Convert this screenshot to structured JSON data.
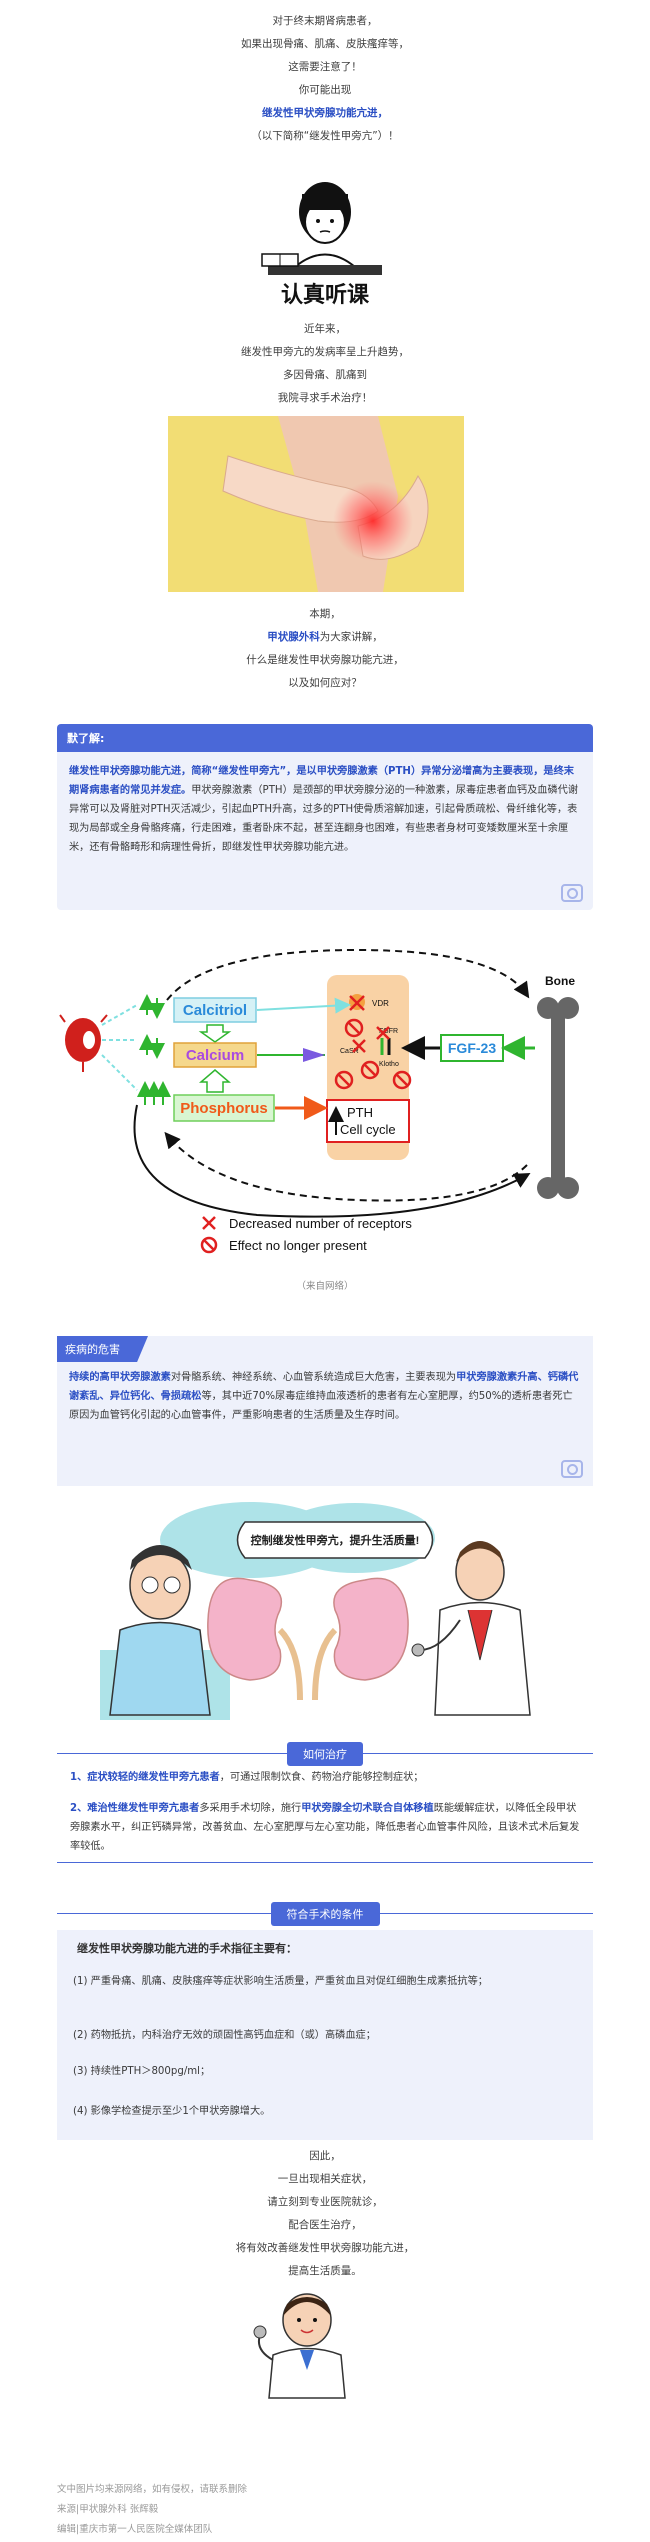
{
  "intro": {
    "lines": [
      "对于终末期肾病患者，",
      "如果出现骨痛、肌痛、皮肤瘙痒等，",
      "这需要注意了！",
      "你可能出现"
    ],
    "highlight": "继发性甲状旁腺功能亢进，",
    "note": "（以下简称“继发性甲旁亢”）！"
  },
  "sticker_caption": "认真听课",
  "trend": {
    "lines": [
      "近年来，",
      "继发性甲旁亢的发病率呈上升趋势，",
      "多因骨痛、肌痛到",
      "我院寻求手术治疗！"
    ]
  },
  "issue": {
    "line1": "本期，",
    "dept": "甲状腺外科",
    "line2_rest": "为大家讲解，",
    "line3": "什么是继发性甲状旁腺功能亢进，",
    "line4": "以及如何应对？"
  },
  "understand": {
    "header": "默了解:",
    "highlight": "继发性甲状旁腺功能亢进，简称“继发性甲旁亢”，是以甲状旁腺激素（PTH）异常分泌增高为主要表现，是终末期肾病患者的常见并发症。",
    "body": "甲状旁腺激素（PTH）是颈部的甲状旁腺分泌的一种激素，尿毒症患者血钙及血磷代谢异常可以及肾脏对PTH灭活减少，引起血PTH升高，过多的PTH使骨质溶解加速，引起骨质疏松、骨纤维化等，表现为局部或全身骨骼疼痛，行走困难，重者卧床不起，甚至连翻身也困难，有些患者身材可变矮数厘米至十余厘米，还有骨骼畸形和病理性骨折，即继发性甲状旁腺功能亢进。"
  },
  "diagram": {
    "bone_label": "Bone",
    "calcitriol": "Calcitriol",
    "calcium": "Calcium",
    "phosphorus": "Phosphorus",
    "vdr": "VDR",
    "fgfr": "FGFR",
    "klotho": "Klotho",
    "casr": "CaSR",
    "pth": "PTH",
    "cell_cycle": "Cell cycle",
    "fgf23": "FGF-23",
    "legend_receptors": "Decreased number of receptors",
    "legend_effect": "Effect no longer present",
    "source": "（来自网络）"
  },
  "harm": {
    "header": "疾病的危害",
    "hl1": "持续的高甲状旁腺激素",
    "t1": "对骨骼系统、神经系统、心血管系统造成巨大危害，主要表现为",
    "hl2": "甲状旁腺激素升高、钙磷代谢紊乱、异位钙化、骨损疏松",
    "t2": "等，其中近70%尿毒症维持血液透析的患者有左心室肥厚，约50%的透析患者死亡原因为血管钙化引起的心血管事件，严重影响患者的生活质量及生存时间。"
  },
  "cartoon": {
    "bubble": "控制继发性甲旁亢，提升生活质量!"
  },
  "treatment": {
    "header": "如何治疗",
    "item1_num": "1、",
    "item1_hl": "症状较轻的继发性甲旁亢患者",
    "item1_text": "，可通过限制饮食、药物治疗能够控制症状；",
    "item2_num": "2、",
    "item2_hl": "难治性继发性甲旁亢患者",
    "item2_mid": "多采用手术切除，施行",
    "item2_hl2": "甲状旁腺全切术联合自体移植",
    "item2_text": "既能缓解症状，以降低全段甲状旁腺素水平，纠正钙磷异常，改善贫血、左心室肥厚与左心室功能，降低患者心血管事件风险，且该术式术后复发率较低。"
  },
  "surgery": {
    "header": "符合手术的条件",
    "title": "继发性甲状旁腺功能亢进的手术指征主要有：",
    "items": [
      "(1) 严重骨痛、肌痛、皮肤瘙痒等症状影响生活质量，严重贫血且对促红细胞生成素抵抗等；",
      "(2) 药物抵抗，内科治疗无效的顽固性高钙血症和（或）高磷血症；",
      "(3) 持续性PTH＞800pg/ml；",
      "(4) 影像学检查提示至少1个甲状旁腺增大。"
    ]
  },
  "closing": {
    "lines": [
      "因此，",
      "一旦出现相关症状，",
      "请立刻到专业医院就诊，",
      "配合医生治疗，",
      "将有效改善继发性甲状旁腺功能亢进，",
      "提高生活质量。"
    ]
  },
  "footer": {
    "lines": [
      "文中图片均来源网络，如有侵权，请联系删除",
      "来源|甲状腺外科 张辉毅",
      "编辑|重庆市第一人民医院全媒体团队"
    ]
  },
  "colors": {
    "accent": "#4a68d8",
    "highlight_text": "#2b4fc4",
    "box_bg": "#eef1fb"
  }
}
